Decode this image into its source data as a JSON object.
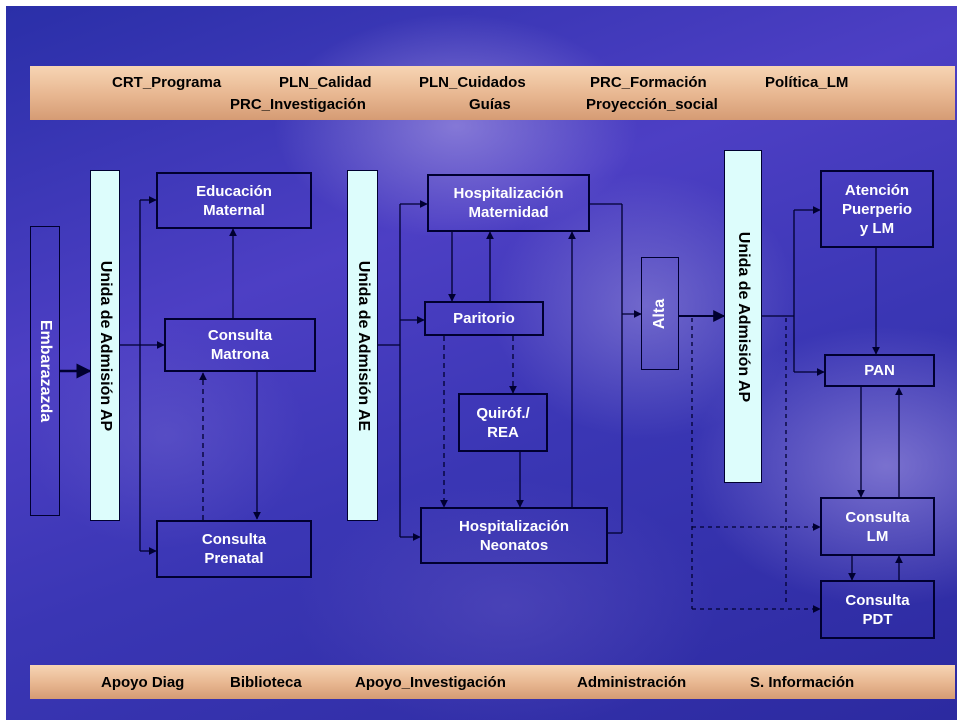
{
  "top_band": {
    "row1": [
      "CRT_Programa",
      "PLN_Calidad",
      "PLN_Cuidados",
      "PRC_Formación",
      "Política_LM"
    ],
    "row2": [
      "PRC_Investigación",
      "Guías",
      "Proyección_social"
    ]
  },
  "bottom_band": {
    "items": [
      "Apoyo Diag",
      "Biblioteca",
      "Apoyo_Investigación",
      "Administración",
      "S. Información"
    ]
  },
  "nodes": {
    "embarazada": "Embarazazda",
    "admision_ap_1": "Unida de Admisión AP",
    "educacion_maternal": [
      "Educación",
      "Maternal"
    ],
    "consulta_matrona": [
      "Consulta",
      "Matrona"
    ],
    "consulta_prenatal": [
      "Consulta",
      "Prenatal"
    ],
    "admision_ae": "Unida de Admisión AE",
    "hosp_maternidad": [
      "Hospitalización",
      "Maternidad"
    ],
    "paritorio": "Paritorio",
    "quirofano": [
      "Quirόf./",
      "REA"
    ],
    "hosp_neonatos": [
      "Hospitalización",
      "Neonatos"
    ],
    "alta": "Alta",
    "admision_ap_2": "Unida de Admisión AP",
    "atencion_puerperio": [
      "Atención",
      "Puerperio",
      "y LM"
    ],
    "pan": "PAN",
    "consulta_lm": [
      "Consulta",
      "LM"
    ],
    "consulta_pdt": [
      "Consulta",
      "PDT"
    ]
  },
  "colors": {
    "background": "#3a36b4",
    "band": "#e7b690",
    "admission_fill": "#ddfdfc",
    "line": "#000030"
  }
}
